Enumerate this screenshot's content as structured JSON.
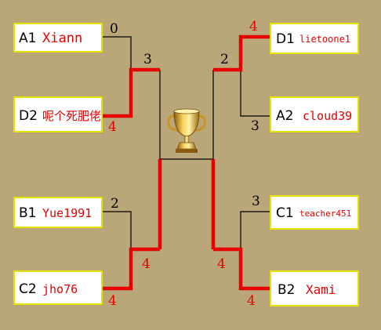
{
  "colors": {
    "background": "#b9a77a",
    "box_fill": "#ffffff",
    "box_border": "#e8e200",
    "winner": "#e80000",
    "loser": "#000000"
  },
  "players": [
    {
      "seed": "A1",
      "name": "Xiann"
    },
    {
      "seed": "D2",
      "name": "呢个死肥佬"
    },
    {
      "seed": "B1",
      "name": "Yue1991"
    },
    {
      "seed": "C2",
      "name": "jho76"
    },
    {
      "seed": "D1",
      "name": "lietoone1"
    },
    {
      "seed": "A2",
      "name": "cloud39"
    },
    {
      "seed": "C1",
      "name": "teacher451"
    },
    {
      "seed": "B2",
      "name": "Xami"
    }
  ],
  "scores": {
    "a1_vs_d2": [
      "0",
      "4"
    ],
    "b1_vs_c2": [
      "2",
      "4"
    ],
    "d1_vs_a2": [
      "4",
      "3"
    ],
    "c1_vs_b2": [
      "3",
      "4"
    ],
    "left_semi": [
      "3",
      "4"
    ],
    "right_semi": [
      "2",
      "4"
    ]
  },
  "trophy_icon": "trophy-icon"
}
